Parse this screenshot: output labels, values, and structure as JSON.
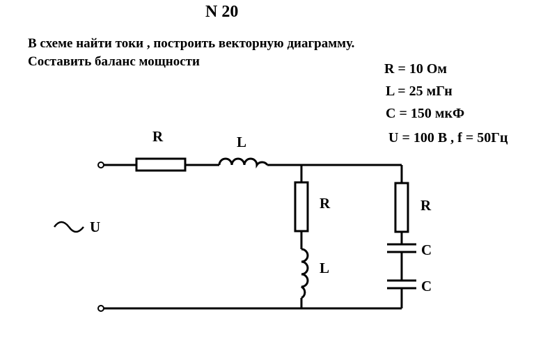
{
  "title": "N 20",
  "task": {
    "line1": "В схеме найти токи , построить векторную диаграмму.",
    "line2": "Составить баланс мощности"
  },
  "params": {
    "r": "R =  10 Ом",
    "l": "L = 25 мГн",
    "c": "C = 150 мкФ",
    "u": "U = 100 В , f = 50Гц"
  },
  "circuit": {
    "labels": {
      "source": "U",
      "series_r": "R",
      "series_l": "L",
      "branch1_r": "R",
      "branch1_l": "L",
      "branch2_r": "R",
      "branch2_c1": "C",
      "branch2_c2": "C"
    }
  }
}
